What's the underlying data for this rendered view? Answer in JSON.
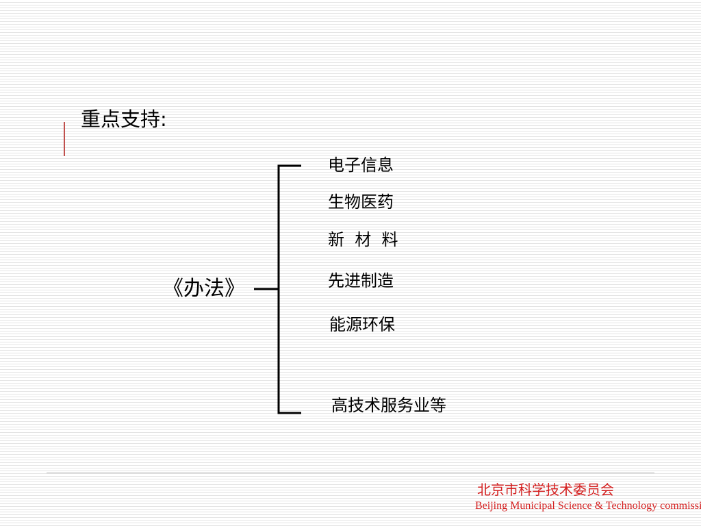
{
  "slide": {
    "title": "重点支持:",
    "law_name": "《办法》",
    "items": [
      "电子信息",
      "生物医药",
      "新  材  料",
      "先进制造",
      "能源环保",
      "高技术服务业等"
    ]
  },
  "footer": {
    "org_cn": "北京市科学技术委员会",
    "org_en": "Beijing Municipal Science & Technology commission"
  },
  "colors": {
    "accent": "#c0504d",
    "footer_text": "#d42020"
  }
}
